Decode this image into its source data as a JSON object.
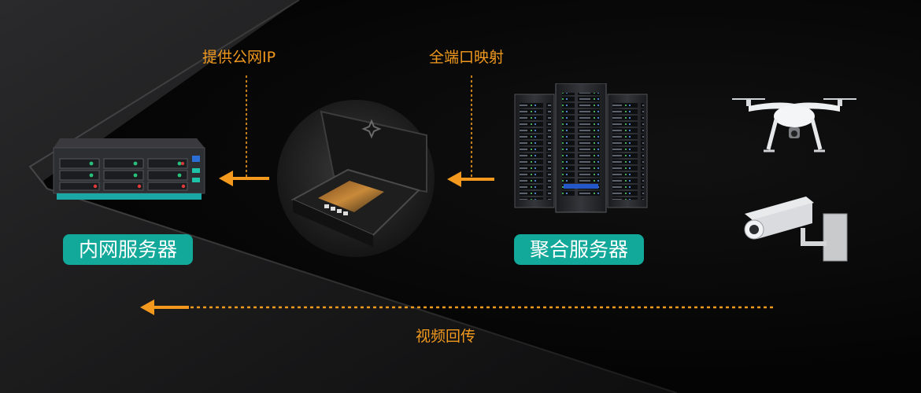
{
  "labels": {
    "provide_public_ip": "提供公网IP",
    "full_port_mapping": "全端口映射",
    "video_return": "视频回传"
  },
  "badges": {
    "intranet_server": "内网服务器",
    "aggregation_server": "聚合服务器"
  },
  "colors": {
    "accent_orange": "#f39a1e",
    "badge_teal": "#12a89a",
    "background": "#000000"
  },
  "icons": [
    "rack-server-icon",
    "portable-device-icon",
    "server-cabinets-icon",
    "drone-icon",
    "security-camera-icon"
  ]
}
